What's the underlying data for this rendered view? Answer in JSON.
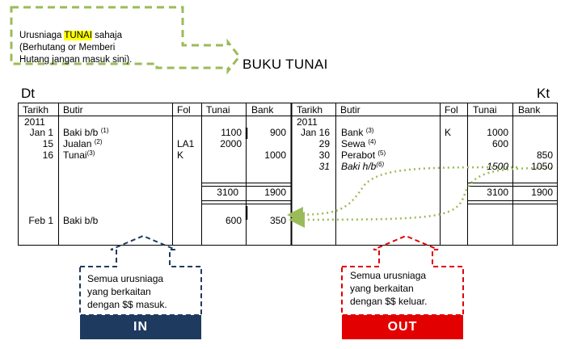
{
  "note": {
    "prefix": "Urusniaga ",
    "highlight": "TUNAI",
    "suffix": " sahaja",
    "line2": "(Berhutang or Memberi",
    "line3": "Hutang jangan masuk sini)."
  },
  "title": "BUKU TUNAI",
  "dt_label": "Dt",
  "kt_label": "Kt",
  "headers": {
    "dt": [
      "Tarikh",
      "Butir",
      "Fol",
      "Tunai",
      "Bank"
    ],
    "kt": [
      "Tarikh",
      "Butir",
      "Fol",
      "Tunai",
      "Bank"
    ]
  },
  "dt_rows": [
    {
      "date": "2011",
      "desc": "",
      "ref": "",
      "fol": "",
      "tunai": "",
      "bank": ""
    },
    {
      "date": "Jan 1",
      "desc": "Baki b/b ",
      "ref": "(1)",
      "fol": "",
      "tunai": "1100",
      "bank": "900"
    },
    {
      "date": "15",
      "desc": "Jualan ",
      "ref": "(2)",
      "fol": "LA1",
      "tunai": "2000",
      "bank": ""
    },
    {
      "date": "16",
      "desc": "Tunai",
      "ref": "(3)",
      "fol": "K",
      "tunai": "",
      "bank": "1000"
    }
  ],
  "kt_rows": [
    {
      "date": "2011",
      "desc": "",
      "ref": "",
      "fol": "",
      "tunai": "",
      "bank": ""
    },
    {
      "date": "Jan 16",
      "desc": "Bank ",
      "ref": "(3)",
      "fol": "K",
      "tunai": "1000",
      "bank": ""
    },
    {
      "date": "29",
      "desc": "Sewa ",
      "ref": "(4)",
      "fol": "",
      "tunai": "600",
      "bank": ""
    },
    {
      "date": "30",
      "desc": "Perabot ",
      "ref": "(5)",
      "fol": "",
      "tunai": "",
      "bank": "850"
    },
    {
      "date": "31",
      "desc": "Baki h/b",
      "ref": "(6)",
      "fol": "",
      "tunai": "1500",
      "bank": "1050"
    }
  ],
  "totals": {
    "dt_tunai": "3100",
    "dt_bank": "1900",
    "kt_tunai": "3100",
    "kt_bank": "1900"
  },
  "dt_balance": {
    "date": "Feb 1",
    "desc": "Baki b/b",
    "tunai": "600",
    "bank": "350"
  },
  "callout_in": {
    "line1": "Semua urusniaga",
    "line2": "yang berkaitan",
    "line3": "dengan $$ masuk.",
    "banner": "IN"
  },
  "callout_out": {
    "line1": "Semua urusniaga",
    "line2": "yang berkaitan",
    "line3": "dengan $$ keluar.",
    "banner": "OUT"
  },
  "colors": {
    "note_border": "#9bbb59",
    "arrow_green": "#9bbb59",
    "in_blue": "#1f3a5f",
    "out_red": "#e30000",
    "highlight": "#ffff00"
  }
}
